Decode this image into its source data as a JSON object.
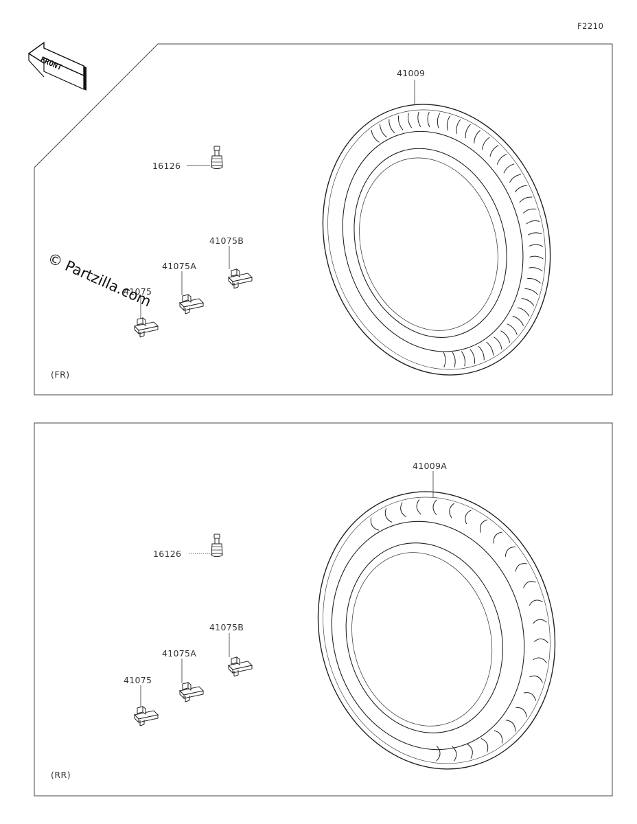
{
  "diagram_code": "F2210",
  "front_label": "FRONT",
  "watermark": "© Partzilla.com",
  "sections": [
    {
      "tag": "(FR)",
      "tire_part": "41009",
      "valve_part": "16126",
      "weights": [
        "41075B",
        "41075A",
        "41075"
      ]
    },
    {
      "tag": "(RR)",
      "tire_part": "41009A",
      "valve_part": "16126",
      "weights": [
        "41075B",
        "41075A",
        "41075"
      ]
    }
  ]
}
